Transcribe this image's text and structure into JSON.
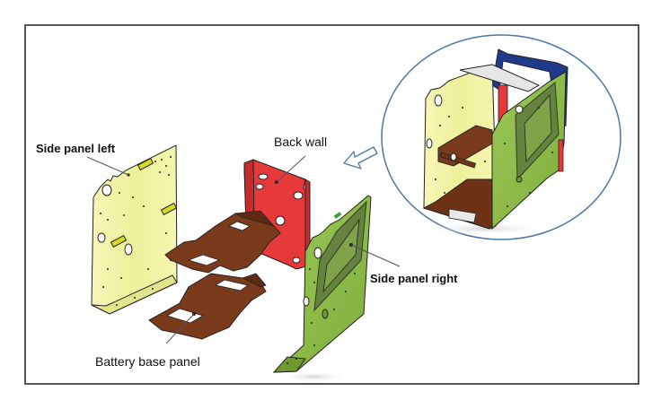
{
  "figure": {
    "description": "Exploded view of battery box structure with assembled view inset",
    "labels": {
      "side_panel_left": "Side panel left",
      "back_wall": "Back wall",
      "side_panel_right": "Side panel right",
      "battery_base_panel": "Battery base panel"
    },
    "parts": [
      {
        "name": "Side panel left",
        "color": "#f2f3a6"
      },
      {
        "name": "Back wall",
        "color": "#e8393a"
      },
      {
        "name": "Battery base panel",
        "color": "#7a3b1c"
      },
      {
        "name": "Side panel right",
        "color": "#8cba45"
      }
    ],
    "inset": {
      "name": "Assembled view",
      "border_color": "#4a78a8",
      "arrow_icon": "hollow-arrow-down-left"
    },
    "colors": {
      "frame_border": "#555555",
      "leader_line": "#555555",
      "top_frame_blue": "#1f3a8a",
      "white_crossbar": "#e6e6e6"
    }
  }
}
